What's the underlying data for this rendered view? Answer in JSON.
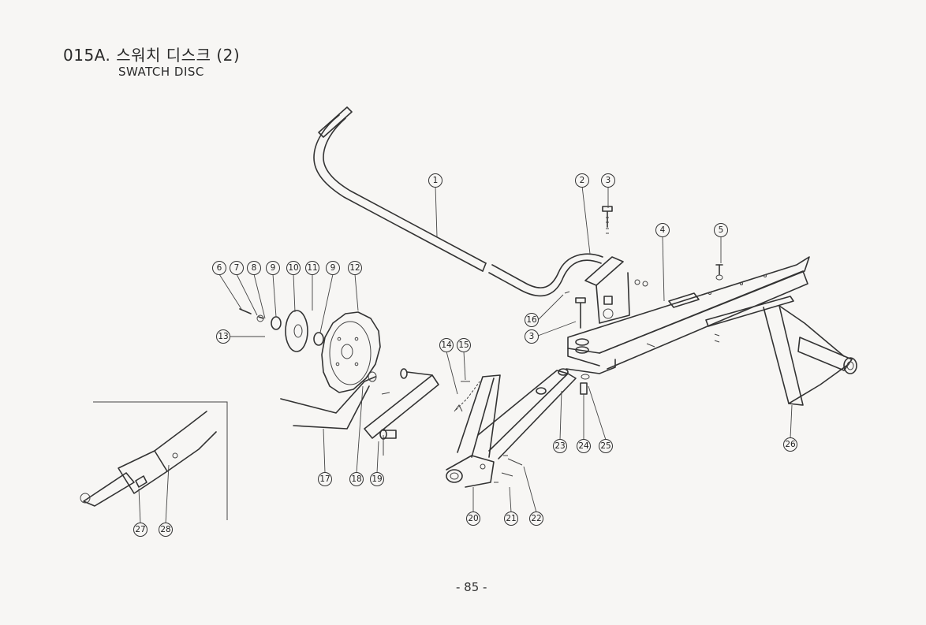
{
  "header": {
    "title": "015A. 스워치 디스크 (2)",
    "subtitle": "SWATCH DISC"
  },
  "page_number": "- 85 -",
  "callouts": [
    "1",
    "2",
    "3",
    "3",
    "4",
    "5",
    "6",
    "7",
    "8",
    "9",
    "10",
    "11",
    "9",
    "12",
    "13",
    "14",
    "15",
    "16",
    "17",
    "18",
    "19",
    "20",
    "21",
    "22",
    "23",
    "24",
    "25",
    "26",
    "27",
    "28"
  ]
}
